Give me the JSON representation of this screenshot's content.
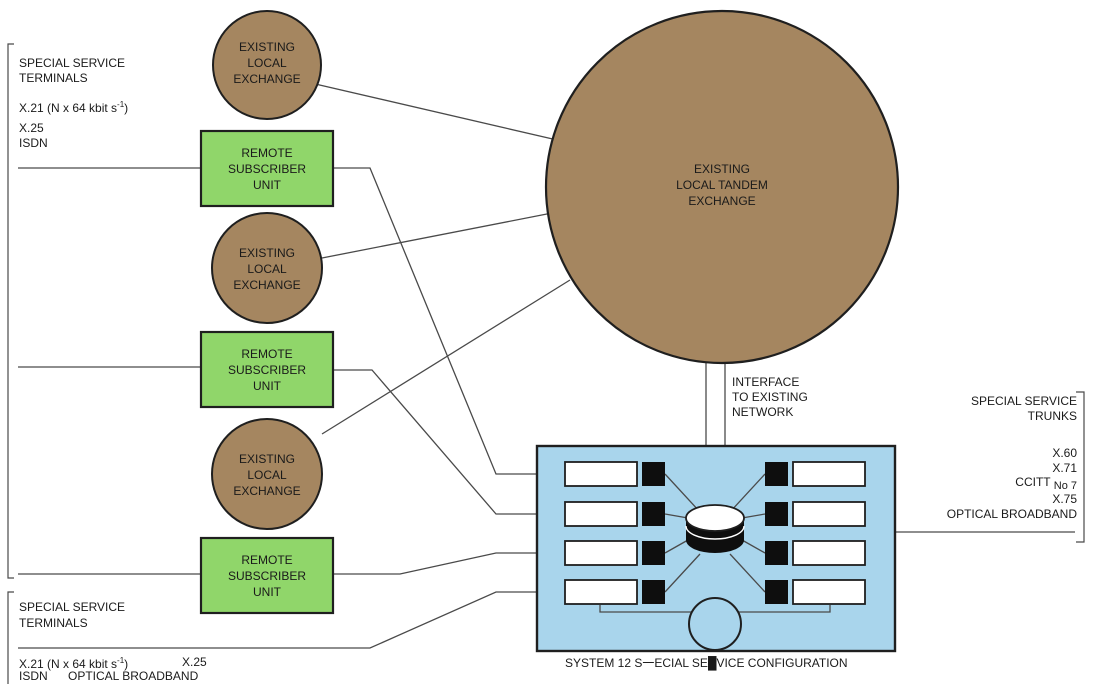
{
  "local_exchange_label": [
    "EXISTING",
    "LOCAL",
    "EXCHANGE"
  ],
  "tandem_label": [
    "EXISTING",
    "LOCAL TANDEM",
    "EXCHANGE"
  ],
  "rsu_label": [
    "REMOTE",
    "SUBSCRIBER",
    "UNIT"
  ],
  "interface_label": [
    "INTERFACE",
    "TO EXISTING",
    "NETWORK"
  ],
  "terminals_top": {
    "title": [
      "SPECIAL SERVICE",
      "TERMINALS"
    ],
    "x21_prefix": "X.21 (N x 64 kbit s",
    "x21_sup": "-1",
    "x21_suffix": ")",
    "x25": "X.25",
    "isdn": "ISDN"
  },
  "terminals_bottom": {
    "title": [
      "SPECIAL SERVICE",
      "TERMINALS"
    ],
    "x21_prefix": "X.21 (N x 64 kbit s",
    "x21_sup": "-1",
    "x21_suffix": ")",
    "x25": "X.25",
    "isdn": "ISDN",
    "optical": "OPTICAL BROADBAND"
  },
  "trunks": {
    "title": [
      "SPECIAL SERVICE",
      "TRUNKS"
    ],
    "x60": "X.60",
    "x71": "X.71",
    "ccitt": "CCITT",
    "no7": "No 7",
    "x75": "X.75",
    "optical": "OPTICAL BROADBAND"
  },
  "caption": "SYSTEM 12 S⼀ECIAL SE█VICE CONFIGURATION",
  "colors": {
    "exchange_fill": "#a58660",
    "rsu_fill": "#90d66a",
    "system_fill": "#a9d5ec",
    "stroke": "#1f1f1f",
    "module_fill": "#0e0e0e",
    "slot_fill": "#ffffff"
  }
}
